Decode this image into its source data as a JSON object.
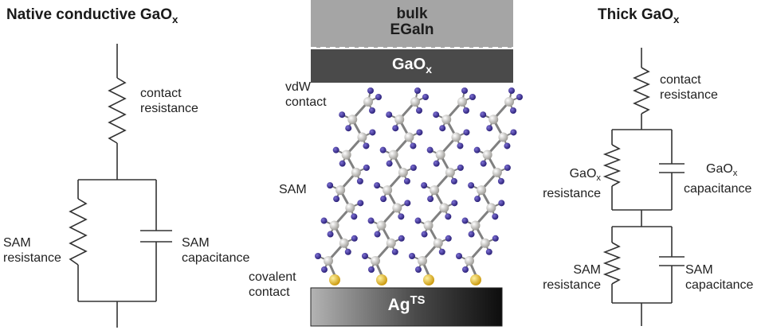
{
  "left_circuit": {
    "title": "Native conductive GaO",
    "title_sub": "x",
    "contact_label": [
      "contact",
      "resistance"
    ],
    "sam_resistance_label": [
      "SAM",
      "resistance"
    ],
    "sam_capacitance_label": [
      "SAM",
      "capacitance"
    ]
  },
  "center_structure": {
    "bulk_label": [
      "bulk",
      "EGaIn"
    ],
    "gaox_label": "GaO",
    "gaox_sub": "x",
    "vdw_label": [
      "vdW",
      "contact"
    ],
    "sam_label": "SAM",
    "covalent_label": [
      "covalent",
      "contact"
    ],
    "substrate_label": "Ag",
    "substrate_sup": "TS",
    "colors": {
      "carbon": "#b9b8b5",
      "hydrogen": "#3a2f8f",
      "sulfur": "#e3b51a",
      "bond": "#808080"
    }
  },
  "right_circuit": {
    "title": "Thick GaO",
    "title_sub": "x",
    "contact_label": [
      "contact",
      "resistance"
    ],
    "gaox_resistance_label": "GaO",
    "gaox_resistance_sub": "x",
    "gaox_resistance_word": "resistance",
    "gaox_capacitance_label": "GaO",
    "gaox_capacitance_sub": "x",
    "gaox_capacitance_word": "capacitance",
    "sam_resistance_label": [
      "SAM",
      "resistance"
    ],
    "sam_capacitance_label": [
      "SAM",
      "capacitance"
    ]
  }
}
